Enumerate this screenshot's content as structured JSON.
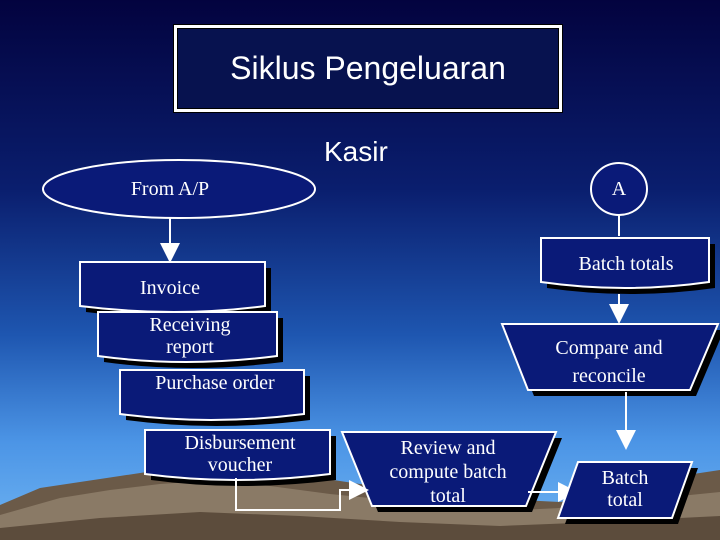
{
  "title": "Siklus Pengeluaran",
  "subtitle": "Kasir",
  "nodes": {
    "from_ap": "From A/P",
    "connector_a": "A",
    "invoice": "Invoice",
    "receiving_report": "Receiving report",
    "purchase_order": "Purchase order",
    "disbursement_voucher": "Disbursement voucher",
    "review_compute": "Review and compute batch total",
    "batch_totals": "Batch totals",
    "compare_reconcile": "Compare and reconcile",
    "batch_total": "Batch total"
  },
  "colors": {
    "shape_fill": "#0a1a78",
    "shape_stroke": "#ffffff",
    "shadow": "#000000"
  }
}
